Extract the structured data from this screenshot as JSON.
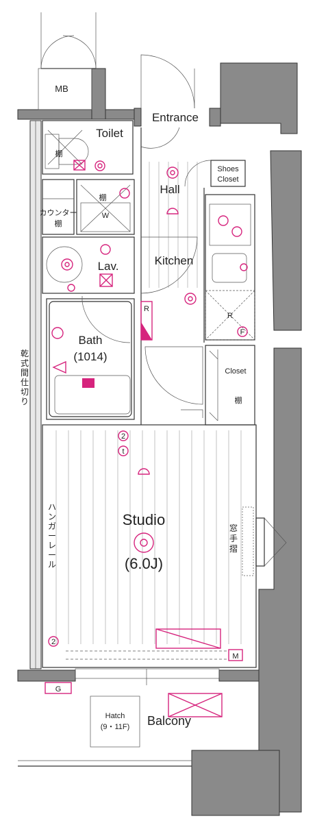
{
  "rooms": {
    "mb": "MB",
    "entrance": "Entrance",
    "toilet": "Toilet",
    "shoes_closet": [
      "Shoes",
      "Closet"
    ],
    "hall": "Hall",
    "kitchen": "Kitchen",
    "lav": "Lav.",
    "bath": "Bath",
    "bath_size": "(1014)",
    "closet": "Closet",
    "studio": "Studio",
    "studio_size": "(6.0J)",
    "balcony": "Balcony",
    "hatch": [
      "Hatch",
      "(9・11F)"
    ]
  },
  "fixtures": {
    "shelf": "棚",
    "counter_shelf": [
      "カウンター",
      "棚"
    ],
    "washer": "W",
    "fridge": "R",
    "meter": "M",
    "gas": "G",
    "window_handrail": [
      "窓",
      "手",
      "摺"
    ]
  },
  "side_notes": {
    "dry_partition": [
      "乾",
      "式",
      "間",
      "仕",
      "切",
      "り"
    ],
    "hanger_rail": [
      "ハ",
      "ン",
      "ガ",
      "ー",
      "レ",
      "ー",
      "ル"
    ]
  },
  "symbols": {
    "tel": "t",
    "double_outlet": "2",
    "exhaust_fan": "F"
  },
  "colors": {
    "accent": "#d6247d",
    "wall": "#8a8a8a",
    "line": "#333333"
  }
}
